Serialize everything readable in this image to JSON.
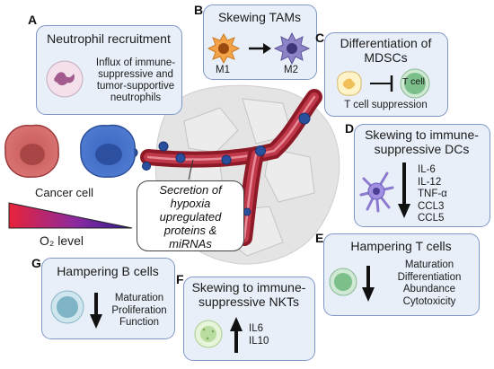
{
  "panels": {
    "A": {
      "letter": "A",
      "title": "Neutrophil recruitment",
      "text": [
        "Influx of immune-",
        "suppressive and",
        "tumor-supportive",
        "neutrophils"
      ]
    },
    "B": {
      "letter": "B",
      "title": "Skewing TAMs",
      "m1": "M1",
      "m2": "M2"
    },
    "C": {
      "letter": "C",
      "title": [
        "Differentiation of",
        "MDSCs"
      ],
      "tcell": "T cell",
      "caption": "T cell suppression"
    },
    "D": {
      "letter": "D",
      "title": [
        "Skewing to immune-",
        "suppressive DCs"
      ],
      "items": [
        "IL-6",
        "IL-12",
        "TNF-α",
        "CCL3",
        "CCL5"
      ]
    },
    "E": {
      "letter": "E",
      "title": "Hampering T cells",
      "items": [
        "Maturation",
        "Differentiation",
        "Abundance",
        "Cytotoxicity"
      ]
    },
    "F": {
      "letter": "F",
      "title": [
        "Skewing to immune-",
        "suppressive NKTs"
      ],
      "items": [
        "IL6",
        "IL10"
      ]
    },
    "G": {
      "letter": "G",
      "title": "Hampering B cells",
      "items": [
        "Maturation",
        "Proliferation",
        "Function"
      ]
    }
  },
  "center": {
    "cancer_cell": "Cancer cell",
    "o2_level": "O₂ level",
    "secretion": [
      "Secretion of",
      "hypoxia",
      "upregulated",
      "proteins &",
      "miRNAs"
    ]
  },
  "colors": {
    "panel_fill": "#e9eff9",
    "panel_border": "#7f97c7",
    "vessel": "#a31b2c",
    "vesicle": "#2a4f9c",
    "arrow": "#111111"
  }
}
